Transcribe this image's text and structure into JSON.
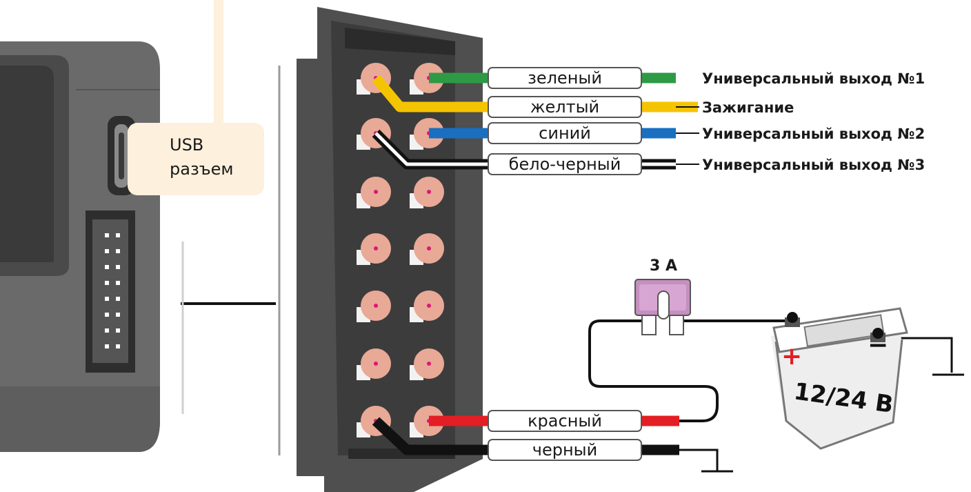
{
  "usb": {
    "line1": "USB",
    "line2": "разъем"
  },
  "wires": [
    {
      "label": "зеленый",
      "output": "Универсальный выход №1",
      "color": "#2e9a45"
    },
    {
      "label": "желтый",
      "output": "Зажигание",
      "color": "#f5c400"
    },
    {
      "label": "синий",
      "output": "Универсальный выход №2",
      "color": "#1a6fc0"
    },
    {
      "label": "бело-черный",
      "output": "Универсальный выход №3",
      "color": "#222222"
    },
    {
      "label": "красный",
      "output": "",
      "color": "#e31e24"
    },
    {
      "label": "черный",
      "output": "",
      "color": "#111111"
    }
  ],
  "fuse": {
    "label": "3 А",
    "color": "#c58fbf"
  },
  "battery": {
    "voltage": "12/24 В",
    "plus": "+",
    "minus": "−",
    "plus_color": "#e31e24"
  }
}
